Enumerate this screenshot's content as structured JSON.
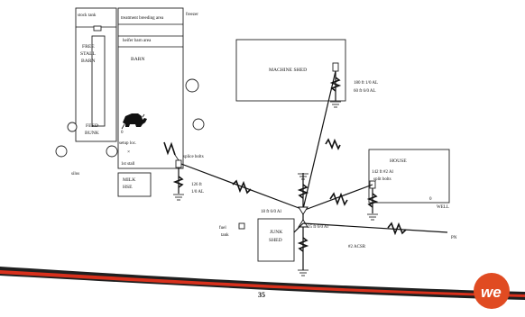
{
  "labels": {
    "stock_tank": "stock tank",
    "free_stall_barn": [
      "FREE",
      "STALL",
      "BARN"
    ],
    "feed_bunk": [
      "FEED",
      "BUNK"
    ],
    "silos": "silos",
    "treatment_area": "treatment breeding area",
    "heifer_barn_area": "heifer barn area",
    "barn": "BARN",
    "freezer": "freezer",
    "setup_loc": "setup loc.",
    "mark_x": "×",
    "first_stall": "1st stall",
    "milk_hse": [
      "MILK",
      "HSE"
    ],
    "splice_bolts_barn": "splice bolts",
    "run_barn": [
      "126 ft",
      "1/0 AL"
    ],
    "machine_shed": "MACHINE SHED",
    "run_shed": [
      "180 ft 1/0 AL",
      "60 ft 6/0 AL"
    ],
    "house": "HOUSE",
    "run_house": [
      "142 ft #2 Al",
      "split bolts"
    ],
    "well_num": "0",
    "well": "WELL",
    "run_center": "18 ft 6/0 Al",
    "fuel_tank": [
      "fuel",
      "tank"
    ],
    "junk_shed": [
      "JUNK",
      "SHED"
    ],
    "run_junk": "25 ft 6/0 Al",
    "service_wire": "#2 ACSR",
    "pn": "PN",
    "marker_0": "0"
  },
  "page_number": "35",
  "logo_text": "we",
  "colors": {
    "band_dark": "#1f1f1f",
    "band_red": "#d8301c",
    "logo_red": "#e04b22"
  }
}
